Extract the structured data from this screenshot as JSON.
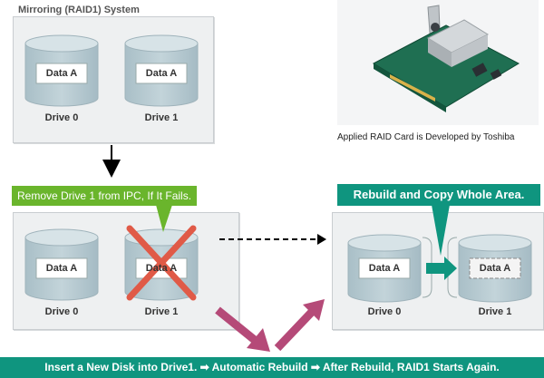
{
  "top_system": {
    "title": "Mirroring (RAID1) System",
    "drives": [
      {
        "name": "Drive 0",
        "data": "Data A"
      },
      {
        "name": "Drive 1",
        "data": "Data A"
      }
    ]
  },
  "photo_caption": "Applied RAID Card is Developed by Toshiba",
  "step_fail": {
    "banner": "Remove Drive 1 from IPC, If It Fails.",
    "drives": [
      {
        "name": "Drive 0",
        "data": "Data A"
      },
      {
        "name": "Drive 1",
        "data": "Data A"
      }
    ]
  },
  "step_rebuild": {
    "banner": "Rebuild and Copy Whole Area.",
    "drives": [
      {
        "name": "Drive 0",
        "data": "Data A"
      },
      {
        "name": "Drive 1",
        "data": "Data A"
      }
    ]
  },
  "bottom_banner": "Insert a New Disk into Drive1. ➡ Automatic Rebuild ➡ After Rebuild, RAID1 Starts Again.",
  "colors": {
    "green": "#6ab52c",
    "teal": "#0f957f",
    "red_x": "#e05a47",
    "magenta_arrow": "#b54a78"
  }
}
